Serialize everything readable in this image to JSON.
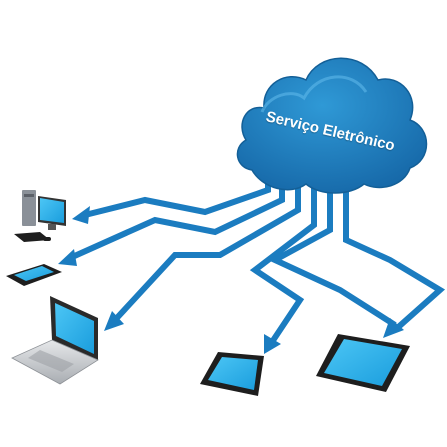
{
  "cloud": {
    "label": "Serviço Eletrônico"
  },
  "colors": {
    "cloud_fill": "#1d7fbf",
    "cloud_highlight": "#2f99d6",
    "arrow": "#1b7cc0",
    "arrow_edge": "#0f5f96",
    "screen": "#2fb4ef",
    "device_dark": "#1e1e1e",
    "device_silver": "#c9ccd0"
  },
  "devices": [
    {
      "name": "desktop-computer"
    },
    {
      "name": "keyboard"
    },
    {
      "name": "mobile-phone"
    },
    {
      "name": "laptop"
    },
    {
      "name": "smartphone"
    },
    {
      "name": "tablet"
    }
  ]
}
